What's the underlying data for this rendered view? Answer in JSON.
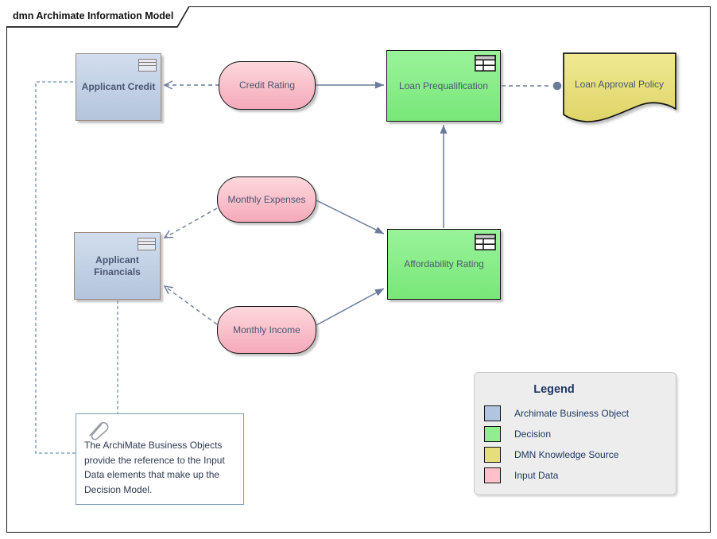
{
  "frame": {
    "title": "dmn Archimate Information Model"
  },
  "nodes": {
    "applicant_credit": {
      "label": "Applicant Credit"
    },
    "applicant_financials": {
      "label": "Applicant Financials"
    },
    "credit_rating": {
      "label": "Credit Rating"
    },
    "monthly_expenses": {
      "label": "Monthly Expenses"
    },
    "monthly_income": {
      "label": "Monthly Income"
    },
    "loan_prequalification": {
      "label": "Loan Prequalification"
    },
    "affordability_rating": {
      "label": "Affordability Rating"
    },
    "loan_approval_policy": {
      "label": "Loan Approval Policy"
    }
  },
  "note": {
    "text": "The ArchiMate Business Objects provide the reference to the Input Data elements that make up the Decision Model."
  },
  "legend": {
    "title": "Legend",
    "items": [
      {
        "label": "Archimate Business Object",
        "color": "#B1C5E1"
      },
      {
        "label": "Decision",
        "color": "#90EE90"
      },
      {
        "label": "DMN Knowledge Source",
        "color": "#E6DE7B"
      },
      {
        "label": "Input Data",
        "color": "#FFC0CB"
      }
    ]
  },
  "colors": {
    "connector": "#6B7B9B",
    "note_link": "#6C93B0",
    "business_object_border": "#9B8A7E",
    "frame_border": "#1a1a1a"
  }
}
